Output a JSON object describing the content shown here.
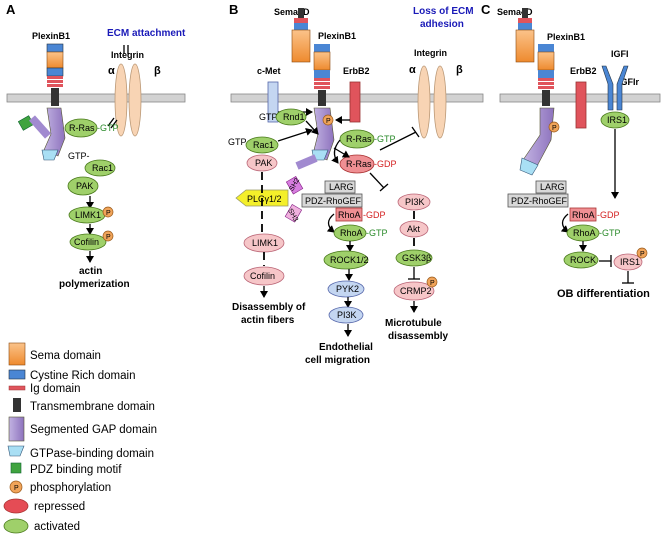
{
  "panels": {
    "a": "A",
    "b": "B",
    "c": "C"
  },
  "panel_a": {
    "plexin": "PlexinB1",
    "ecm": "ECM attachment",
    "integrin": "Integrin",
    "alpha": "α",
    "beta": "β",
    "rras": "R-Ras",
    "gtp_rras": "-GTP",
    "gtp_rac": "GTP-",
    "rac1": "Rac1",
    "pak": "PAK",
    "limk1": "LIMK1",
    "cofilin": "Cofilin",
    "p": "P",
    "out1": "actin",
    "out2": "polymerization"
  },
  "panel_b": {
    "sema": "Sema4D",
    "plexin": "PlexinB1",
    "loss1": "Loss of ECM",
    "loss2": "adhesion",
    "integrin": "Integrin",
    "alpha": "α",
    "beta": "β",
    "cmet": "c-Met",
    "erbb2": "ErbB2",
    "gtp_rnd": "GTP-",
    "rnd1": "Rnd1",
    "gtp_rac": "GTP-",
    "rac1": "Rac1",
    "rras_gtp": "R-Ras",
    "rras_gtp_tag": "-GTP",
    "rras_gdp": "R-Ras",
    "rras_gdp_tag": "-GDP",
    "larg": "LARG",
    "pdz": "PDZ-RhoGEF",
    "rhoa_gdp": "RhoA",
    "rhoa_gdp_tag": "-GDP",
    "rhoa_gtp": "RhoA",
    "rhoa_gtp_tag": "-GTP",
    "rock": "ROCK1/2",
    "pyk2": "PYK2",
    "pi3k_b": "PI3K",
    "pak": "PAK",
    "limk1": "LIMK1",
    "cofilin": "Cofilin",
    "plcg": "PLCγ1/2",
    "sh2": "SH2",
    "sh3": "SH3",
    "pi3k": "PI3K",
    "akt": "Akt",
    "gsk3b": "GSK3β",
    "crmp2": "CRMP2",
    "p": "P",
    "out_left1": "Disassembly of",
    "out_left2": "actin fibers",
    "out_mid1": "Endothelial",
    "out_mid2": "cell migration",
    "out_right1": "Microtubule",
    "out_right2": "disassembly"
  },
  "panel_c": {
    "sema": "Sema4D",
    "plexin": "PlexinB1",
    "erbb2": "ErbB2",
    "igf1": "IGFI",
    "igf1r": "IGFIr",
    "irs1": "IRS1",
    "larg": "LARG",
    "pdz": "PDZ-RhoGEF",
    "rhoa_gdp": "RhoA",
    "rhoa_gdp_tag": "-GDP",
    "rhoa_gtp": "RhoA",
    "rhoa_gtp_tag": "-GTP",
    "rock": "ROCK",
    "irs1_p": "IRS1",
    "p": "P",
    "out": "OB differentiation"
  },
  "legend": [
    {
      "label": "Sema domain",
      "icon": "sema-domain"
    },
    {
      "label": "Cystine Rich domain",
      "icon": "cystine-rich-domain"
    },
    {
      "label": "Ig domain",
      "icon": "ig-domain"
    },
    {
      "label": "Transmembrane domain",
      "icon": "transmembrane-domain"
    },
    {
      "label": "Segmented GAP domain",
      "icon": "segmented-gap-domain"
    },
    {
      "label": "GTPase-binding domain",
      "icon": "gtpase-binding-domain"
    },
    {
      "label": "PDZ binding motif",
      "icon": "pdz-binding-motif"
    },
    {
      "label": "phosphorylation",
      "icon": "phosphorylation"
    },
    {
      "label": "repressed",
      "icon": "repressed"
    },
    {
      "label": "activated",
      "icon": "activated"
    }
  ],
  "colors": {
    "sema": "#f39a45",
    "cystine": "#4a86d4",
    "ig": "#e0545c",
    "gap": "#9f86c9",
    "pdz": "#3fa33f",
    "activated": "#9fd06a",
    "repressed": "#ef8f93",
    "ecm_text": "#1a1ab8",
    "gdp": "#d42020",
    "gtp": "#2a8a2a"
  }
}
